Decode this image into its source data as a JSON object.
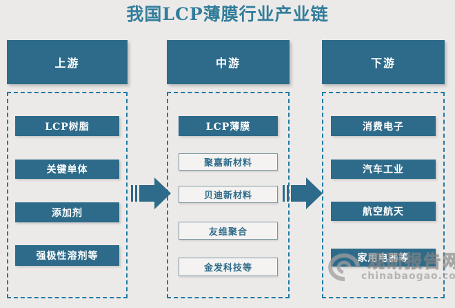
{
  "title": "我国LCP薄膜行业产业链",
  "colors": {
    "bg": "#eceae8",
    "teal": "#2e6b8a",
    "title": "#327d9b",
    "dash": "#1e7aa6",
    "outline-bg": "#f4f3f1",
    "outline-border": "#7a95a1",
    "watermark": "#9e9e9e"
  },
  "columns": [
    {
      "header": "上游",
      "items": [
        {
          "label": "LCP树脂",
          "style": "solid"
        },
        {
          "label": "关键单体",
          "style": "solid"
        },
        {
          "label": "添加剂",
          "style": "solid"
        },
        {
          "label": "强极性溶剂等",
          "style": "solid"
        }
      ]
    },
    {
      "header": "中游",
      "items": [
        {
          "label": "LCP薄膜",
          "style": "solid"
        },
        {
          "label": "聚嘉新材料",
          "style": "outline"
        },
        {
          "label": "贝迪新材料",
          "style": "outline"
        },
        {
          "label": "友维聚合",
          "style": "outline"
        },
        {
          "label": "金发科技等",
          "style": "outline"
        }
      ]
    },
    {
      "header": "下游",
      "items": [
        {
          "label": "消费电子",
          "style": "solid"
        },
        {
          "label": "汽车工业",
          "style": "solid"
        },
        {
          "label": "航空航天",
          "style": "solid"
        },
        {
          "label": "家用电器等",
          "style": "solid"
        }
      ]
    }
  ],
  "watermark": {
    "name": "观研报告网",
    "site": "chinabaogao.com"
  }
}
